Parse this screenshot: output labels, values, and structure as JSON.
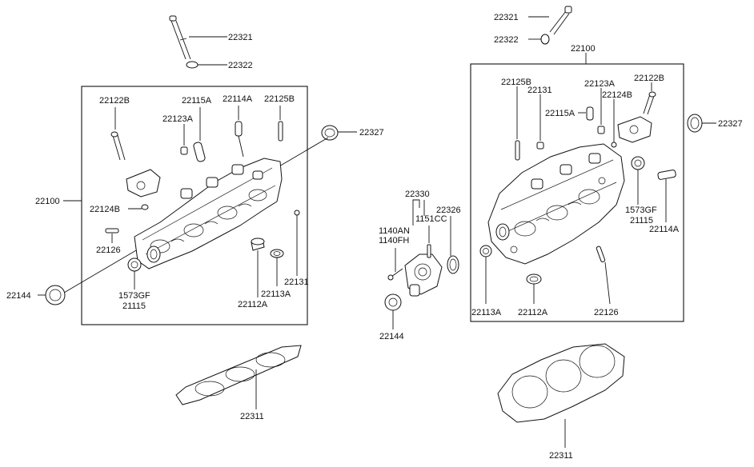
{
  "diagram": {
    "left_assembly": {
      "labels": {
        "bolt": "22321",
        "washer": "22322",
        "dowel": "22122B",
        "seal_a": "22115A",
        "pin_a": "22114A",
        "pin_b": "22125B",
        "cap_a": "22123A",
        "plug": "22327",
        "head": "22100",
        "pin_small": "22124B",
        "pin_126": "22126",
        "oil_seal_big": "22144",
        "seal_1573": "1573GF",
        "seal_1573_sub": "21115",
        "seal_113": "22113A",
        "seal_112": "22112A",
        "stud": "22131",
        "gasket": "22311"
      }
    },
    "center_assembly": {
      "labels": {
        "housing": "22330",
        "bolt_an": "1140AN",
        "bolt_fh": "1140FH",
        "stud_cc": "1151CC",
        "o_ring": "22326",
        "oil_seal": "22144"
      }
    },
    "right_assembly": {
      "labels": {
        "bolt": "22321",
        "washer": "22322",
        "head": "22100",
        "pin_b": "22125B",
        "stud": "22131",
        "cap_a": "22123A",
        "dowel": "22122B",
        "pin_small": "22124B",
        "seal_a": "22115A",
        "plug": "22327",
        "seal_1573": "1573GF",
        "seal_1573_sub": "21115",
        "pin_a": "22114A",
        "seal_113": "22113A",
        "seal_112": "22112A",
        "pin_126": "22126",
        "gasket": "22311"
      }
    }
  }
}
